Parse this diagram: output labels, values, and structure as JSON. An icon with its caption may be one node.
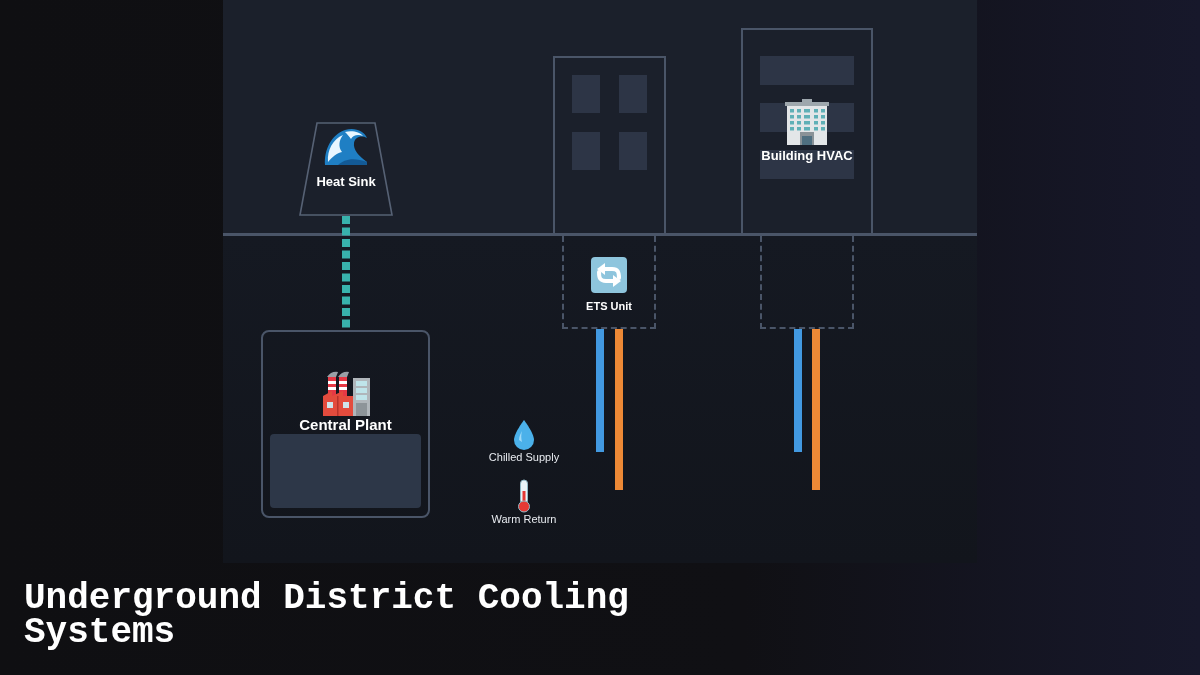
{
  "diagram": {
    "title": "Underground District Cooling Systems",
    "nodes": [
      {
        "text": [
          "Heat Sink"
        ]
      },
      {
        "text": [
          "Central Plant"
        ]
      },
      {
        "text": [],
        "shape": "box",
        "in": 1
      },
      {
        "text": [],
        "shape": "box"
      },
      {
        "text": [
          "ETS Unit"
        ]
      },
      {
        "text": [
          "Building HVAC"
        ]
      },
      {
        "text": [],
        "shape": "box"
      }
    ],
    "edges": [
      {
        "from": 0,
        "to": 1,
        "arrow": "none",
        "style": "dashed",
        "color": "#38b2ac"
      },
      {
        "from": 4,
        "to": null,
        "arrow": "none",
        "color": "#4299e1"
      },
      {
        "from": 4,
        "to": null,
        "arrow": "none",
        "color": "#ed8936"
      },
      {
        "from": 6,
        "to": null,
        "arrow": "none",
        "color": "#4299e1"
      },
      {
        "from": 6,
        "to": null,
        "arrow": "none",
        "color": "#ed8936"
      }
    ],
    "legend": [
      {
        "text": "Chilled Supply"
      },
      {
        "text": "Warm Return"
      }
    ]
  }
}
